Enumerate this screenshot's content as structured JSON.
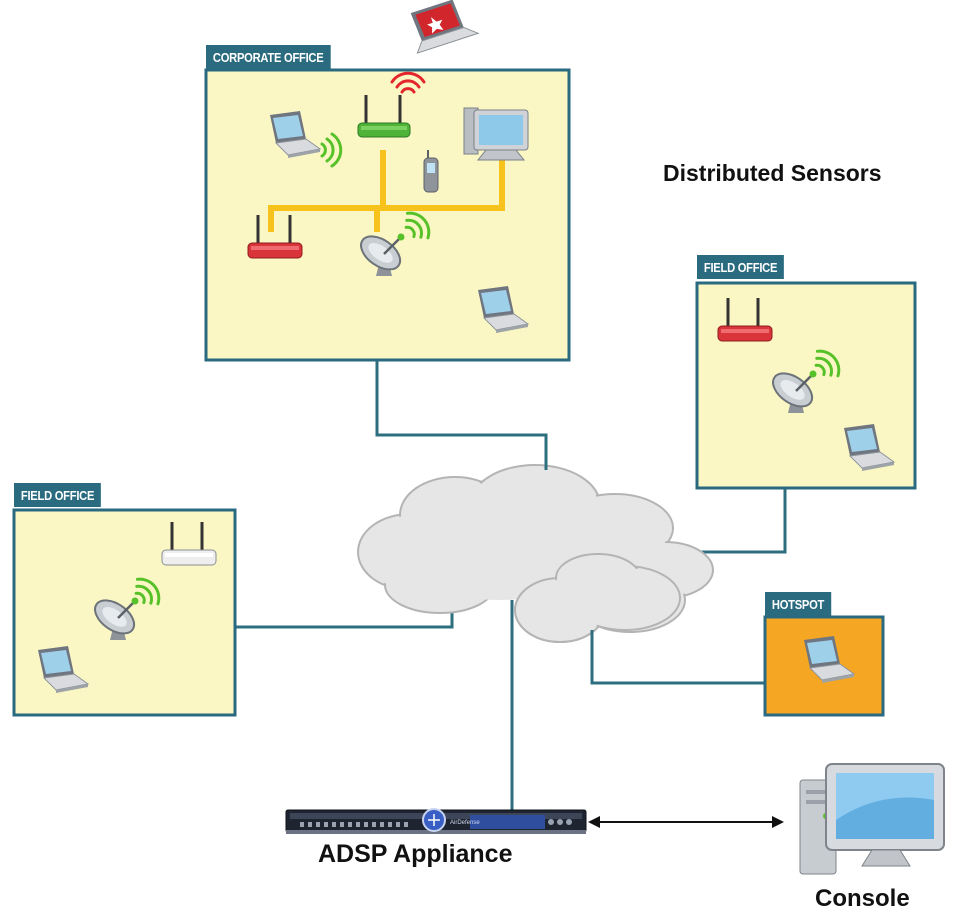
{
  "title": "Distributed Sensors",
  "offices": {
    "corporate": "CORPORATE OFFICE",
    "field_right": "FIELD OFFICE",
    "field_left": "FIELD OFFICE",
    "hotspot": "HOTSPOT"
  },
  "appliance": {
    "label": "ADSP Appliance",
    "brand": "AirDefense"
  },
  "console": {
    "label": "Console"
  },
  "colors": {
    "office_fill": "#fbf7c4",
    "office_border": "#2a6a80",
    "tab_fill": "#2b6b80",
    "hotspot_fill": "#f5a623",
    "link_line": "#2e6f7f",
    "lan_line": "#f7c21b",
    "cloud_fill": "#e6e6e6",
    "cloud_stroke": "#b4b4b4",
    "signal_green": "#57c12a",
    "signal_red": "#e3262b",
    "router_red": "#d9343a",
    "router_green": "#4fb33a",
    "router_white": "#eeeeee"
  },
  "icons": [
    "laptop-icon",
    "router-icon",
    "desktop-computer-icon",
    "phone-icon",
    "sensor-dish-icon",
    "cloud-icon",
    "server-appliance-icon",
    "console-computer-icon",
    "double-arrow-icon"
  ]
}
